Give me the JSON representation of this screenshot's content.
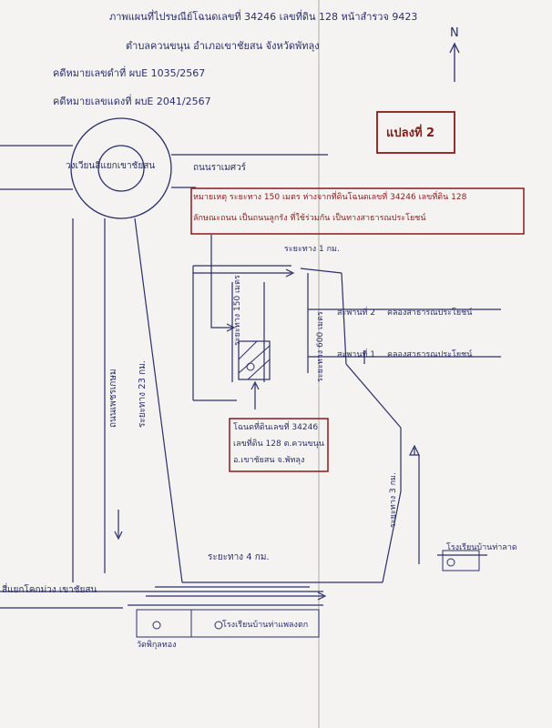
{
  "header": {
    "line1": "ภาพแผนที่ไปรษณีย์โฉนดเลขที่ 34246 เลขที่ดิน 128 หน้าสำรวจ 9423",
    "line2": "ตำบลควนขนุน อำเภอเขาชัยสน จังหวัดพัทลุง",
    "line3": "คดีหมายเลขดำที่ ผบE 1035/2567",
    "line4": "คดีหมายเลขแดงที่ ผบE 2041/2567"
  },
  "north_label": "N",
  "sheet_label": "แปลงที่ 2",
  "roundabout_label": "วงเวียนสี่แยกเขาชัยสน",
  "road_top": "ถนนราเมศวร์",
  "road_left": "ถนนเพชรเกษม",
  "note": {
    "line1": "หมายเหตุ ระยะทาง 150 เมตร ห่างจากที่ดินโฉนดเลขที่ 34246 เลขที่ดิน 128",
    "line2": "ลักษณะถนน เป็นถนนลูกรัง ที่ใช้ร่วมกัน เป็นทางสาธารณประโยชน์"
  },
  "distances": {
    "d1km": "ระยะทาง 1 กม.",
    "d150": "ระยะทาง 150 เมตร",
    "d600": "ระยะทาง 600 เมตร",
    "d23": "ระยะทาง 23 กม.",
    "d4": "ระยะทาง 4 กม.",
    "d3": "ระยะทาง 3 กม."
  },
  "canals": {
    "canal1_pre": "สะพานที่ 2",
    "canal1": "คลองสาธารณประโยชน์",
    "canal2_pre": "สะพานที่ 1",
    "canal2": "คลองสาธารณประโยชน์"
  },
  "plot_box": {
    "line1": "โฉนดที่ดินเลขที่ 34246",
    "line2": "เลขที่ดิน 128 ต.ควนขนุน",
    "line3": "อ.เขาชัยสน จ.พัทลุง"
  },
  "school_right": "โรงเรียนบ้านท่าลาด",
  "junction_bottom": "สี่แยกโคกม่วง เขาชัยสน",
  "school_bottom": "โรงเรียนบ้านท่าแพลงตก",
  "temple_bottom": "วัดพิกุลทอง",
  "colors": {
    "ink": "#2a2f6b",
    "red": "#8a1a1a",
    "paper": "#f4f3f1"
  }
}
